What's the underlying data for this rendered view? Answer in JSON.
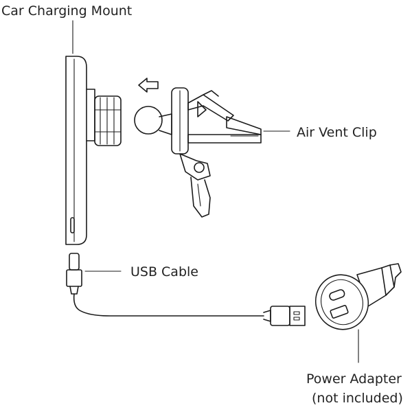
{
  "labels": {
    "car_charging_mount": "Car Charging Mount",
    "air_vent_clip": "Air Vent Clip",
    "usb_cable": "USB Cable",
    "power_adapter_line1": "Power Adapter",
    "power_adapter_line2": "(not included)"
  },
  "colors": {
    "line": "#1a1a1a",
    "text": "#222222",
    "background": "#ffffff"
  },
  "icons": {
    "direction": "arrow-left-outline-icon"
  }
}
